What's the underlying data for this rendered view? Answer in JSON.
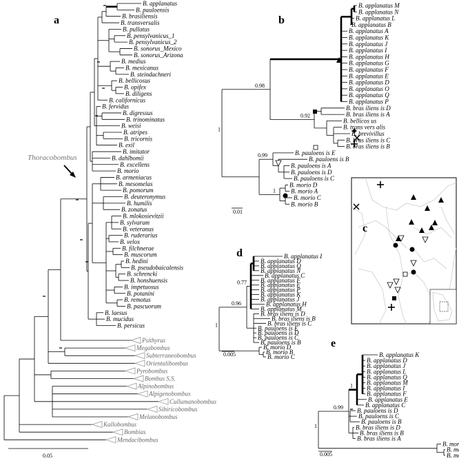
{
  "panels": {
    "a": "a",
    "b": "b",
    "c": "c",
    "d": "d",
    "e": "e"
  },
  "a": {
    "thoracobombus": "Thoracobombus",
    "scale": "0.05",
    "tips": [
      "B. applanatus",
      "B. pauloensis",
      "B. brasiliensis",
      "B. transversalis",
      "B. pullatus",
      "B. pensylvanicus_1",
      "B. pensylvanicus_2",
      "B. sonorus_Mexico",
      "B. sonorus_Arizona",
      "B. medius",
      "B. mexicanus",
      "B. steindachneri",
      "B. bellicosus",
      "B. opifex",
      "B. diligens",
      "B. californicus",
      "B. fervidus",
      "B. digressus",
      "B. trinominatus",
      "B. weisi",
      "B. atripes",
      "B. tricornis",
      "B. exil",
      "B. imitator",
      "B. dahlbomii",
      "B. excellens",
      "B. morio",
      "B. armeniacus",
      "B. mesomelas",
      "B. pomorum",
      "B. deuteronymus",
      "B. humilis",
      "B. zonatus",
      "B. mlokosievitzii",
      "B. sylvarum",
      "B. veteranus",
      "B. ruderarius",
      "B. velox",
      "B. filchnerae",
      "B. muscorum",
      "B. hedini",
      "B. pseudobaicalensis",
      "B. schrencki",
      "B. honshuensis",
      "B. impetuosus",
      "B. potanini",
      "B. remotus",
      "B. pascuorum",
      "B. laesus",
      "B. mucidus",
      "B. persicus"
    ],
    "groups": [
      "Psithyrus",
      "Megabombus",
      "Subterraneobombus",
      "Orientalibombus",
      "Pyrobombus",
      "Bombus S.S.",
      "Alpinobombus",
      "Alpigenobombus",
      "Cullumanobombus",
      "Sibiricobombus",
      "Melanobombus",
      "Kallobombus",
      "Bombias",
      "Mendacibombus"
    ]
  },
  "b": {
    "scale": "0.01",
    "supports": [
      "0.98",
      "0.92",
      "0.99",
      "1",
      "1"
    ],
    "tips": [
      "B. applanatus M",
      "B. applanatus N",
      "B. applanatus L",
      "B. applanatus B",
      "B. applanatus A",
      "B. applanatus K",
      "B. applanatus J",
      "B. applanatus I",
      "B. applanatus H",
      "B. applanatus G",
      "B. applanatus F",
      "B. applanatus E",
      "B. applanatus D",
      "B. applanatus O",
      "B. applanatus Q",
      "B. applanatus P",
      "B. bras iliens is D",
      "B. bras iliens is A",
      "B. bellicos us",
      "B. trans vers alis",
      "B. brevivillus",
      "B. bras iliens is C",
      "B. bras iliens is B",
      "B. pauloens is E",
      "B. pauloens is B",
      "B. pauloens is A",
      "B. pauloens is D",
      "B. pauloens is C",
      "B. morio D",
      "B. morio A",
      "B. morio C",
      "B. morio B"
    ]
  },
  "d": {
    "scale": "0.005",
    "supports": [
      "0.77",
      "0.96",
      "1"
    ],
    "tips": [
      "B. applanatus I",
      "B. applanatus D",
      "B. applanatus Q",
      "B. applanatus N",
      "B. applanatus C",
      "B. applanatus F",
      "B. applanatus E",
      "B. applanatus P",
      "B. applanatus K",
      "B. applanatus J",
      "B. applanatus H",
      "B. applanatus M",
      "B. bras iliens is D",
      "B. bras iliens is B",
      "B. bras iliens is C",
      "B. pauloens is E",
      "B. pauloens is D",
      "B. pauloens is C",
      "B. pauloens is B",
      "B. morio D",
      "B. morio B",
      "B. morio C"
    ]
  },
  "e": {
    "scale": "0.005",
    "supports": [
      "1",
      "0.99",
      "1"
    ],
    "tips": [
      "B. applanatus K",
      "B. applanatus D",
      "B. applanatus J",
      "B. applanatus L",
      "B. applanatus Q",
      "B. applanatus M",
      "B. applanatus I",
      "B. applanatus F",
      "B. applanatus E",
      "B. applanatus C",
      "B. pauloens is D",
      "B. pauloens is C",
      "B. pauloens is B",
      "B. bras iliens is D",
      "B. bras iliens is B",
      "B. bras iliens is A",
      "B. morio D",
      "B. morio C",
      "B. morio B"
    ]
  }
}
